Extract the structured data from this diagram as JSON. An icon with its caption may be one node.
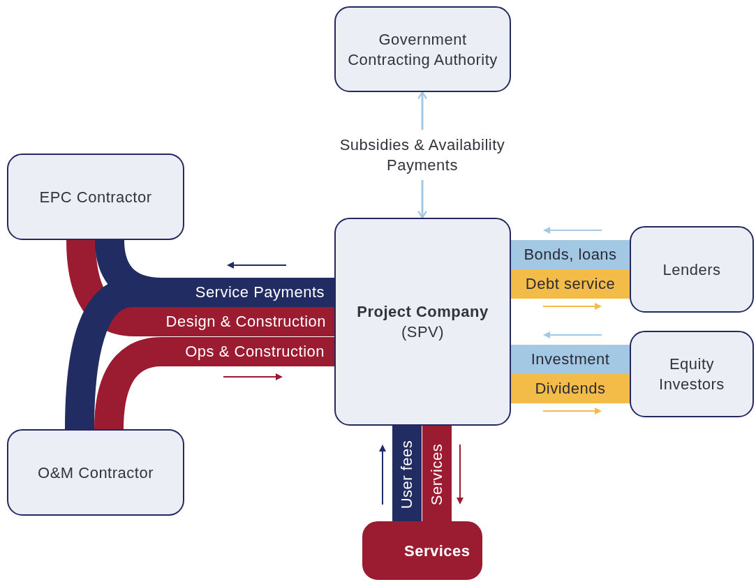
{
  "diagram": {
    "nodes": [
      {
        "text": [
          "Government Contracting Authority"
        ]
      },
      {
        "text": [
          "EPC Contractor"
        ]
      },
      {
        "text": [
          "Project Company",
          "(SPV)"
        ]
      },
      {
        "text": [
          "Lenders"
        ]
      },
      {
        "text": [
          "Equity Investors"
        ]
      },
      {
        "text": [
          "O&M Contractor"
        ]
      },
      {
        "text": [
          "Services"
        ]
      }
    ],
    "edges": [
      {
        "from": 2,
        "to": 0,
        "arrow": "both",
        "label": "Subsidies & Availability Payments",
        "color": "#a3c8e4"
      },
      {
        "from": 2,
        "to": 1,
        "arrow": "none",
        "label": "Service Payments",
        "color": "#212c62"
      },
      {
        "from": 2,
        "to": 5,
        "arrow": "none",
        "color": "#212c62"
      },
      {
        "from": 1,
        "to": 2,
        "arrow": "none",
        "label": "Design & Construction",
        "color": "#9b1b30"
      },
      {
        "from": 5,
        "to": 2,
        "arrow": "none",
        "label": "Ops & Construction",
        "color": "#9b1b30"
      },
      {
        "from": 3,
        "to": 2,
        "arrow": "none",
        "label": "Bonds, loans",
        "color": "#a3c8e4"
      },
      {
        "from": 2,
        "to": 3,
        "arrow": "none",
        "label": "Debt service",
        "color": "#f3bb47"
      },
      {
        "from": 4,
        "to": 2,
        "arrow": "none",
        "label": "Investment",
        "color": "#a3c8e4"
      },
      {
        "from": 2,
        "to": 4,
        "arrow": "none",
        "label": "Dividends",
        "color": "#f3bb47"
      },
      {
        "from": 6,
        "to": 2,
        "arrow": "to",
        "label": "User fees",
        "color": "#212c62"
      },
      {
        "from": 2,
        "to": 6,
        "arrow": "to",
        "label": "Services",
        "color": "#9b1b30"
      }
    ]
  }
}
